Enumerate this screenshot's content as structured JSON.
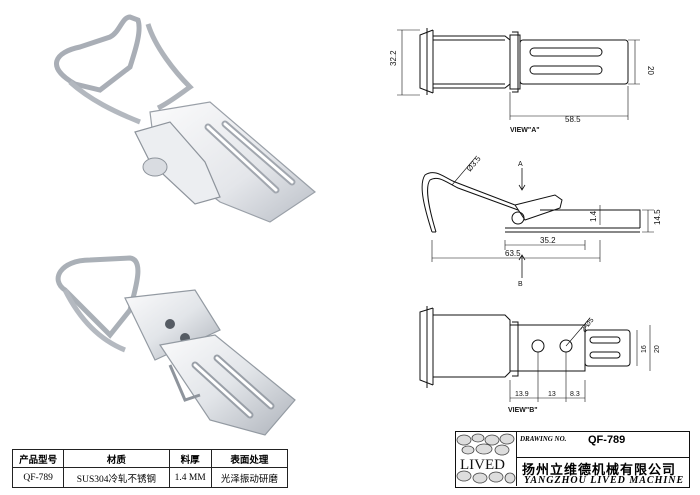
{
  "drawing": {
    "views": {
      "view_a_label": "VIEW\"A\"",
      "view_b_label": "VIEW\"B\"",
      "arrow_a": "A",
      "arrow_b": "B"
    },
    "dimensions": {
      "top_height": "32.2",
      "top_width": "20",
      "top_length": "58.5",
      "side_wire_dia": "Ø3.5",
      "side_height": "14.5",
      "side_thickness": "1.4",
      "side_mid": "35.2",
      "side_total": "63.5",
      "bot_hole_dia": "2-Ø5",
      "bot_h1": "16",
      "bot_h2": "20",
      "bot_d1": "13.9",
      "bot_d2": "13",
      "bot_d3": "8.3"
    }
  },
  "spec_table": {
    "headers": [
      "产品型号",
      "材质",
      "料厚",
      "表面处理"
    ],
    "values": [
      "QF-789",
      "SUS304冷轧不锈钢",
      "1.4 MM",
      "光泽振动研磨"
    ]
  },
  "title_block": {
    "logo_text": "LIVED",
    "drawing_no_label": "DRAWING NO.",
    "drawing_no": "QF-789",
    "company_cn": "扬州立维德机械有限公司",
    "company_en": "YANGZHOU LIVED MACHINE"
  },
  "colors": {
    "line": "#111111",
    "steel_light": "#f2f3f5",
    "steel_dark": "#9aa0a8"
  }
}
